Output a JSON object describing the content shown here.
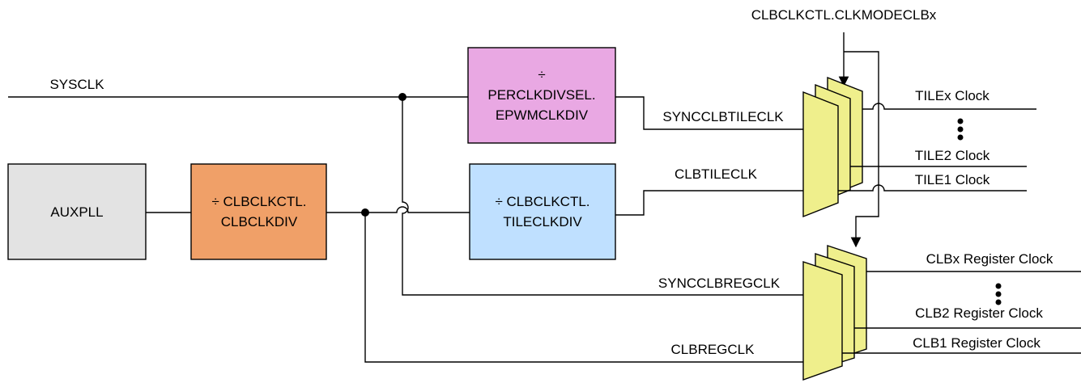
{
  "colors": {
    "auxpll_fill": "#e3e3e3",
    "clbclkdiv_fill": "#f0a068",
    "perclk_fill": "#e9a8e3",
    "tileclkdiv_fill": "#bfe0ff",
    "mux_fill": "#efef8c",
    "wire": "#000000"
  },
  "signals": {
    "top_control": "CLBCLKCTL.CLKMODECLBx",
    "sysclk": "SYSCLK",
    "syncclbtileclk": "SYNCCLBTILECLK",
    "clbtileclk": "CLBTILECLK",
    "syncclbregclk": "SYNCCLBREGCLK",
    "clbregclk": "CLBREGCLK"
  },
  "blocks": {
    "auxpll": {
      "label": "AUXPLL"
    },
    "clbclkdiv": {
      "line1": "÷ CLBCLKCTL.",
      "line2": "CLBCLKDIV"
    },
    "perclk": {
      "line1": "÷",
      "line2": "PERCLKDIVSEL.",
      "line3": "EPWMCLKDIV"
    },
    "tileclkdiv": {
      "line1": "÷ CLBCLKCTL.",
      "line2": "TILECLKDIV"
    }
  },
  "tile_outputs": {
    "tilex": "TILEx Clock",
    "tile2": "TILE2 Clock",
    "tile1": "TILE1 Clock"
  },
  "reg_outputs": {
    "clbx": "CLBx Register Clock",
    "clb2": "CLB2 Register Clock",
    "clb1": "CLB1 Register Clock"
  }
}
